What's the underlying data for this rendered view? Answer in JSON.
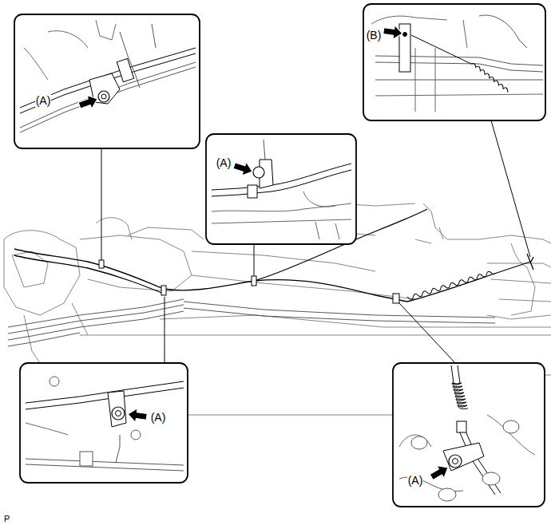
{
  "diagram": {
    "labels": [
      "(A)",
      "(B)",
      "(A)",
      "(A)",
      "(A)",
      "P"
    ]
  }
}
